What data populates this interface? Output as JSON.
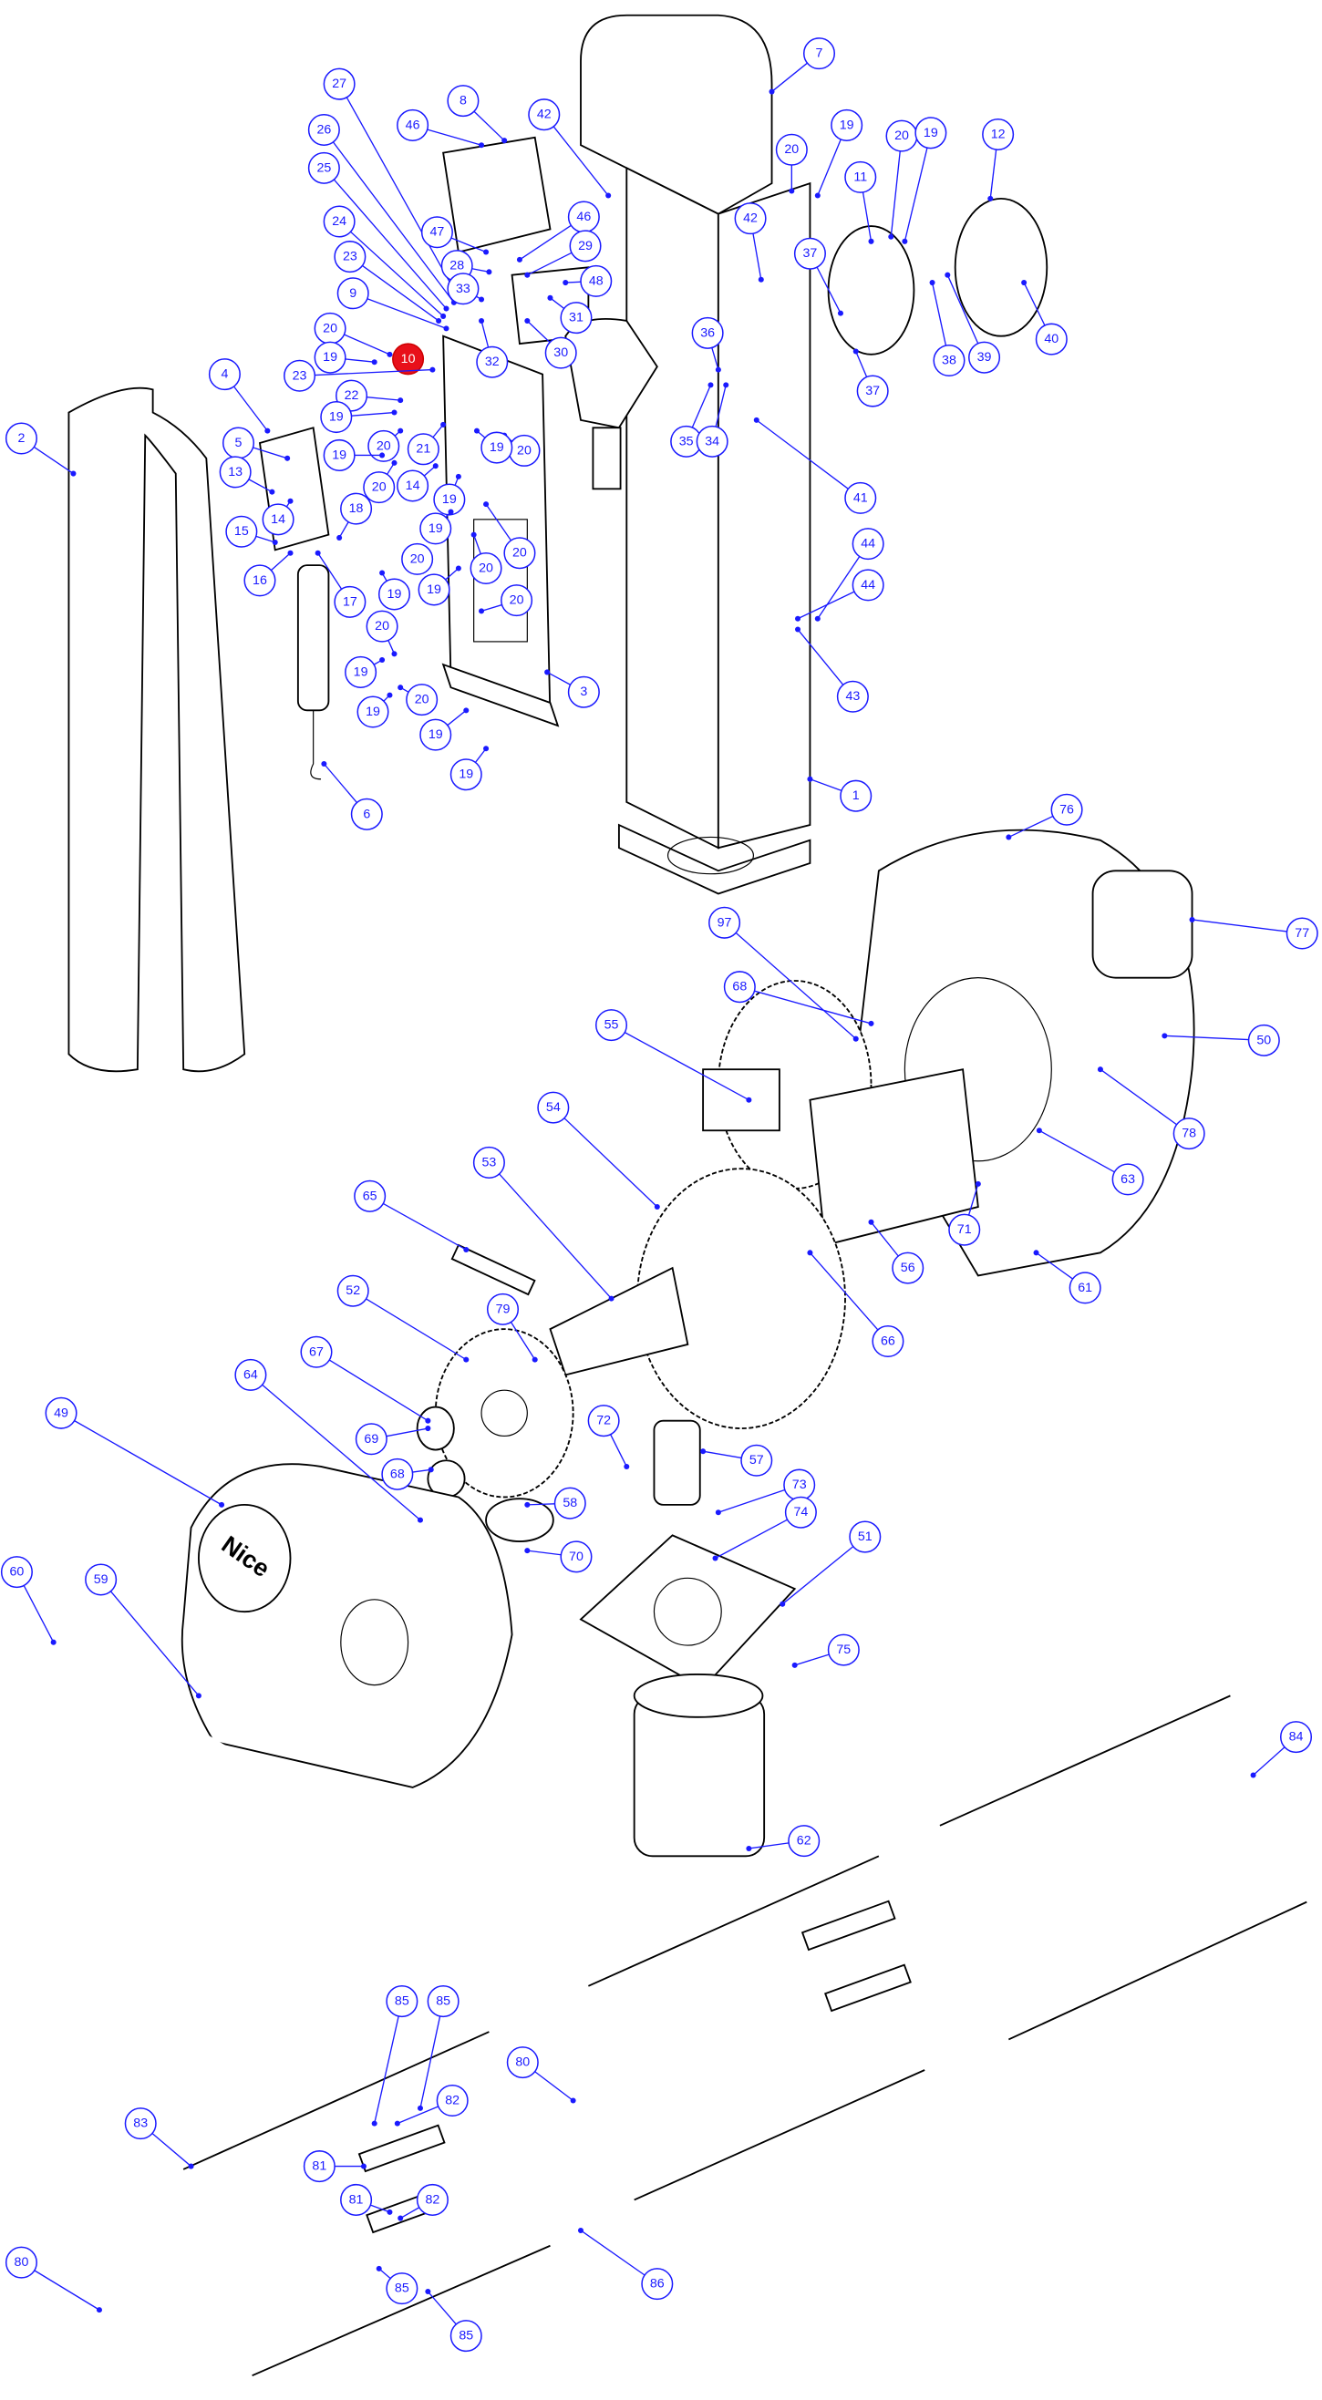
{
  "title": "Exploded parts diagram",
  "colors": {
    "callout": "#1a1aff",
    "highlight": "#e8101a"
  },
  "highlighted_callout": "10",
  "logo_text": "Nice",
  "callouts": [
    "7",
    "8",
    "46",
    "42",
    "27",
    "26",
    "25",
    "24",
    "23",
    "9",
    "20",
    "19",
    "10",
    "23",
    "22",
    "47",
    "28",
    "33",
    "46",
    "29",
    "48",
    "31",
    "32",
    "30",
    "19",
    "20",
    "19",
    "20",
    "21",
    "14",
    "19",
    "19",
    "20",
    "19",
    "20",
    "20",
    "20",
    "19",
    "19",
    "20",
    "20",
    "19",
    "20",
    "19",
    "19",
    "19",
    "3",
    "4",
    "5",
    "13",
    "14",
    "15",
    "16",
    "17",
    "18",
    "6",
    "2",
    "20",
    "19",
    "42",
    "11",
    "20",
    "19",
    "12",
    "37",
    "37",
    "38",
    "39",
    "40",
    "36",
    "35",
    "34",
    "41",
    "44",
    "44",
    "43",
    "1",
    "76",
    "77",
    "97",
    "68",
    "55",
    "50",
    "78",
    "63",
    "71",
    "61",
    "56",
    "66",
    "54",
    "53",
    "65",
    "52",
    "79",
    "67",
    "69",
    "68",
    "64",
    "49",
    "72",
    "57",
    "73",
    "74",
    "58",
    "70",
    "51",
    "60",
    "59",
    "75",
    "62",
    "84",
    "85",
    "85",
    "82",
    "80",
    "83",
    "81",
    "81",
    "82",
    "86",
    "80",
    "85",
    "85"
  ]
}
